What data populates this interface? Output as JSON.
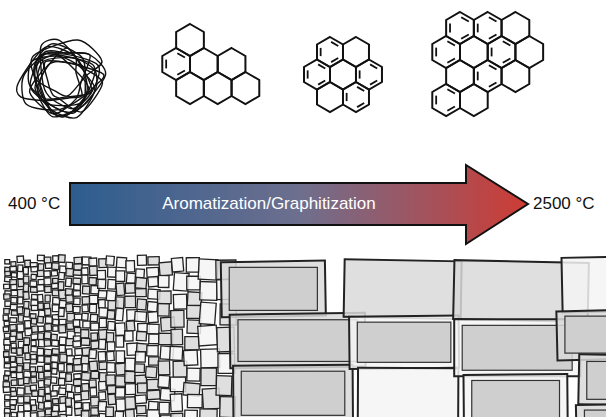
{
  "diagram": {
    "nodes": [
      {
        "text": [
          "Aromatization/Graphitization"
        ]
      }
    ],
    "labels": [
      "400 °C",
      "2500 °C"
    ]
  }
}
